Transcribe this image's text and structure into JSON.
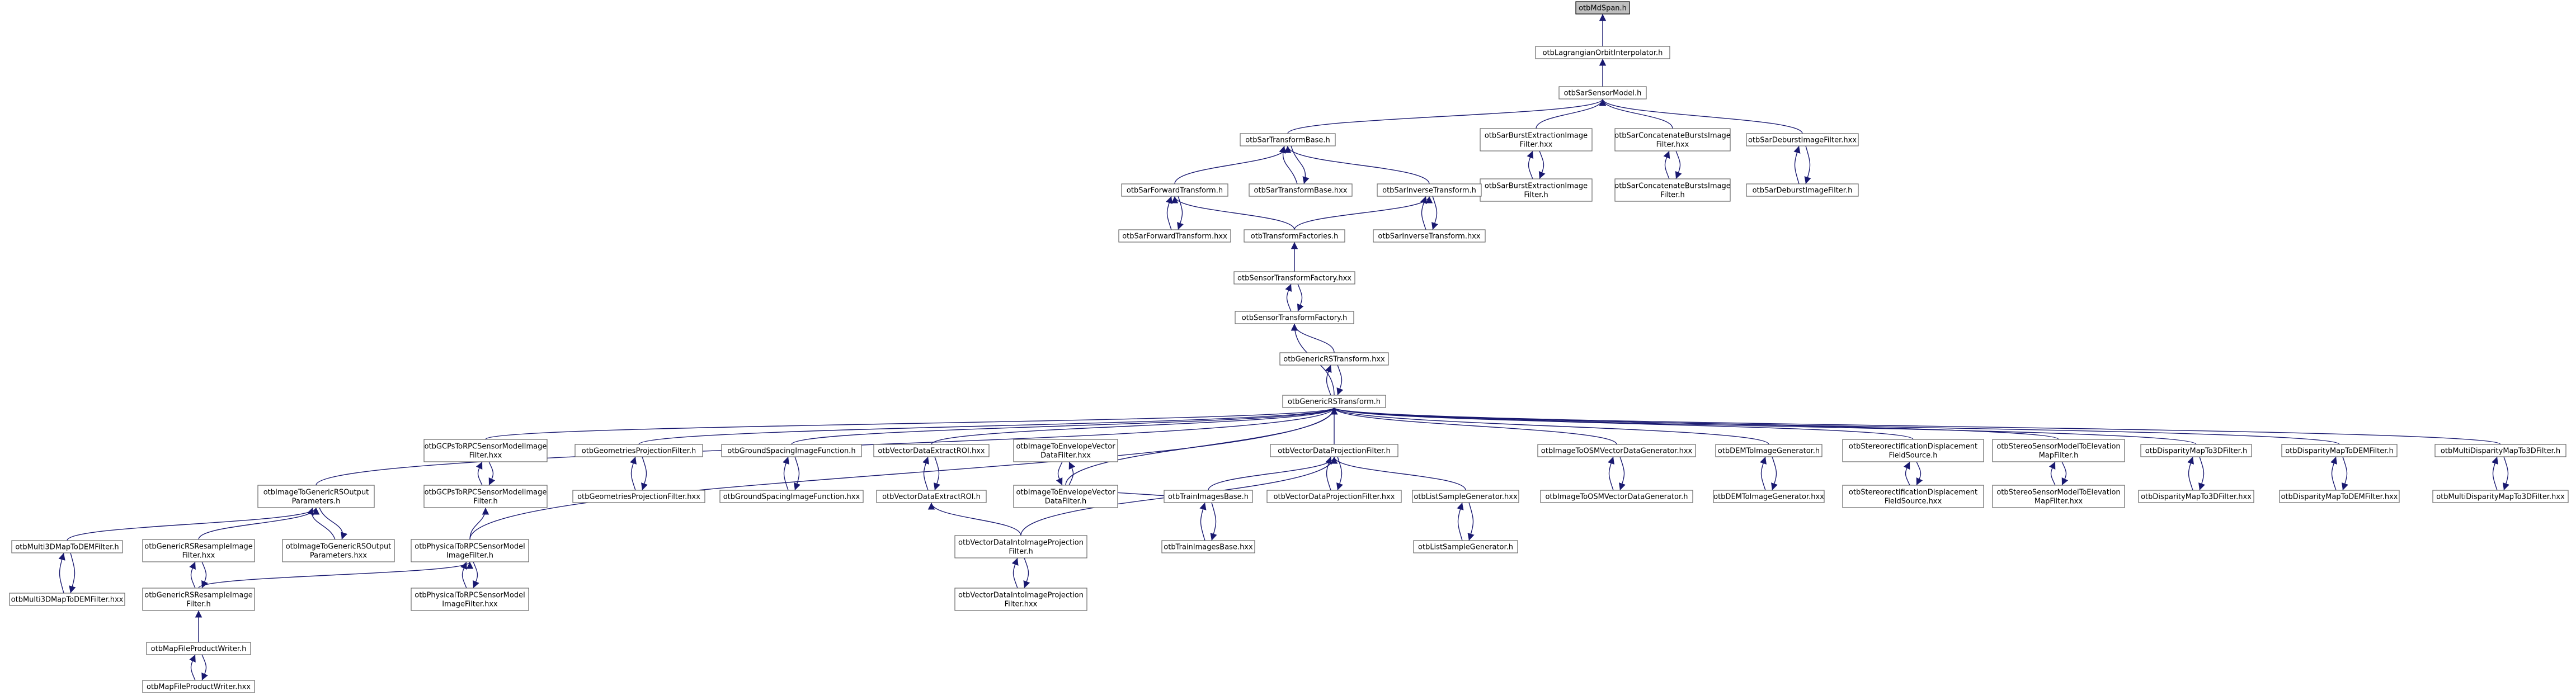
{
  "title": "otbMdSpan.h include dependency graph",
  "edge_color": "#191970",
  "root_fill": "#bfbfbf",
  "nodes": [
    {
      "id": "mdspan",
      "label": [
        "otbMdSpan.h"
      ],
      "root": true
    },
    {
      "id": "lagrange",
      "label": [
        "otbLagrangianOrbitInterpolator.h"
      ]
    },
    {
      "id": "sarmodel",
      "label": [
        "otbSarSensorModel.h"
      ]
    },
    {
      "id": "sartb",
      "label": [
        "otbSarTransformBase.h"
      ]
    },
    {
      "id": "burstext",
      "label": [
        "otbSarBurstExtractionImage",
        "Filter.hxx"
      ]
    },
    {
      "id": "concat",
      "label": [
        "otbSarConcatenateBurstsImage",
        "Filter.hxx"
      ]
    },
    {
      "id": "deburst",
      "label": [
        "otbSarDeburstImageFilter.hxx"
      ]
    },
    {
      "id": "burstext_h",
      "label": [
        "otbSarBurstExtractionImage",
        "Filter.h"
      ]
    },
    {
      "id": "concat_h",
      "label": [
        "otbSarConcatenateBurstsImage",
        "Filter.h"
      ]
    },
    {
      "id": "deburst_h",
      "label": [
        "otbSarDeburstImageFilter.h"
      ]
    },
    {
      "id": "sarfwd",
      "label": [
        "otbSarForwardTransform.h"
      ]
    },
    {
      "id": "sartb_hxx",
      "label": [
        "otbSarTransformBase.hxx"
      ]
    },
    {
      "id": "sarinv",
      "label": [
        "otbSarInverseTransform.h"
      ]
    },
    {
      "id": "sarfwd_hxx",
      "label": [
        "otbSarForwardTransform.hxx"
      ]
    },
    {
      "id": "tfactories",
      "label": [
        "otbTransformFactories.h"
      ]
    },
    {
      "id": "sarinv_hxx",
      "label": [
        "otbSarInverseTransform.hxx"
      ]
    },
    {
      "id": "stf_hxx",
      "label": [
        "otbSensorTransformFactory.hxx"
      ]
    },
    {
      "id": "stf",
      "label": [
        "otbSensorTransformFactory.h"
      ]
    },
    {
      "id": "grs_hxx",
      "label": [
        "otbGenericRSTransform.hxx"
      ]
    },
    {
      "id": "grs",
      "label": [
        "otbGenericRSTransform.h"
      ]
    },
    {
      "id": "i2grs",
      "label": [
        "otbImageToGenericRSOutput",
        "Parameters.h"
      ]
    },
    {
      "id": "gcp_hxx",
      "label": [
        "otbGCPsToRPCSensorModelImage",
        "Filter.hxx"
      ]
    },
    {
      "id": "gcp_h",
      "label": [
        "otbGCPsToRPCSensorModelImage",
        "Filter.h"
      ]
    },
    {
      "id": "phys",
      "label": [
        "otbPhysicalToRPCSensorModel",
        "ImageFilter.h"
      ]
    },
    {
      "id": "phys_hxx",
      "label": [
        "otbPhysicalToRPCSensorModel",
        "ImageFilter.hxx"
      ]
    },
    {
      "id": "geomproj",
      "label": [
        "otbGeometriesProjectionFilter.h"
      ]
    },
    {
      "id": "geomproj_hxx",
      "label": [
        "otbGeometriesProjectionFilter.hxx"
      ]
    },
    {
      "id": "groundsp",
      "label": [
        "otbGroundSpacingImageFunction.h"
      ]
    },
    {
      "id": "groundsp_hxx",
      "label": [
        "otbGroundSpacingImageFunction.hxx"
      ]
    },
    {
      "id": "vdroi_hxx",
      "label": [
        "otbVectorDataExtractROI.hxx"
      ]
    },
    {
      "id": "vdroi",
      "label": [
        "otbVectorDataExtractROI.h"
      ]
    },
    {
      "id": "i2env_hxx",
      "label": [
        "otbImageToEnvelopeVector",
        "DataFilter.hxx"
      ]
    },
    {
      "id": "i2env",
      "label": [
        "otbImageToEnvelopeVector",
        "DataFilter.h"
      ]
    },
    {
      "id": "trainbase",
      "label": [
        "otbTrainImagesBase.h"
      ]
    },
    {
      "id": "trainbase_hxx",
      "label": [
        "otbTrainImagesBase.hxx"
      ]
    },
    {
      "id": "vdproj",
      "label": [
        "otbVectorDataProjectionFilter.h"
      ]
    },
    {
      "id": "vdproj_hxx",
      "label": [
        "otbVectorDataProjectionFilter.hxx"
      ]
    },
    {
      "id": "listsg_hxx",
      "label": [
        "otbListSampleGenerator.hxx"
      ]
    },
    {
      "id": "listsg",
      "label": [
        "otbListSampleGenerator.h"
      ]
    },
    {
      "id": "vdimg",
      "label": [
        "otbVectorDataIntoImageProjection",
        "Filter.h"
      ]
    },
    {
      "id": "vdimg_hxx",
      "label": [
        "otbVectorDataIntoImageProjection",
        "Filter.hxx"
      ]
    },
    {
      "id": "osm_hxx",
      "label": [
        "otbImageToOSMVectorDataGenerator.hxx"
      ]
    },
    {
      "id": "osm",
      "label": [
        "otbImageToOSMVectorDataGenerator.h"
      ]
    },
    {
      "id": "dem",
      "label": [
        "otbDEMToImageGenerator.h"
      ]
    },
    {
      "id": "dem_hxx",
      "label": [
        "otbDEMToImageGenerator.hxx"
      ]
    },
    {
      "id": "stereo",
      "label": [
        "otbStereorectificationDisplacement",
        "FieldSource.h"
      ]
    },
    {
      "id": "stereo_hxx",
      "label": [
        "otbStereorectificationDisplacement",
        "FieldSource.hxx"
      ]
    },
    {
      "id": "stereoelev",
      "label": [
        "otbStereoSensorModelToElevation",
        "MapFilter.h"
      ]
    },
    {
      "id": "stereoelev_hxx",
      "label": [
        "otbStereoSensorModelToElevation",
        "MapFilter.hxx"
      ]
    },
    {
      "id": "disp3d",
      "label": [
        "otbDisparityMapTo3DFilter.h"
      ]
    },
    {
      "id": "disp3d_hxx",
      "label": [
        "otbDisparityMapTo3DFilter.hxx"
      ]
    },
    {
      "id": "dispdem",
      "label": [
        "otbDisparityMapToDEMFilter.h"
      ]
    },
    {
      "id": "dispdem_hxx",
      "label": [
        "otbDisparityMapToDEMFilter.hxx"
      ]
    },
    {
      "id": "mdisp",
      "label": [
        "otbMultiDisparityMapTo3DFilter.h"
      ]
    },
    {
      "id": "mdisp_hxx",
      "label": [
        "otbMultiDisparityMapTo3DFilter.hxx"
      ]
    },
    {
      "id": "m3d",
      "label": [
        "otbMulti3DMapToDEMFilter.h"
      ]
    },
    {
      "id": "m3d_hxx",
      "label": [
        "otbMulti3DMapToDEMFilter.hxx"
      ]
    },
    {
      "id": "resample_hxx",
      "label": [
        "otbGenericRSResampleImage",
        "Filter.hxx"
      ]
    },
    {
      "id": "resample",
      "label": [
        "otbGenericRSResampleImage",
        "Filter.h"
      ]
    },
    {
      "id": "i2grs_hxx",
      "label": [
        "otbImageToGenericRSOutput",
        "Parameters.hxx"
      ]
    },
    {
      "id": "mapwriter",
      "label": [
        "otbMapFileProductWriter.h"
      ]
    },
    {
      "id": "mapwriter_hxx",
      "label": [
        "otbMapFileProductWriter.hxx"
      ]
    }
  ],
  "edges": [
    [
      "lagrange",
      "mdspan"
    ],
    [
      "sarmodel",
      "lagrange"
    ],
    [
      "sartb",
      "sarmodel"
    ],
    [
      "burstext",
      "sarmodel"
    ],
    [
      "concat",
      "sarmodel"
    ],
    [
      "deburst",
      "sarmodel"
    ],
    [
      "burstext_h",
      "burstext"
    ],
    [
      "burstext",
      "burstext_h"
    ],
    [
      "concat_h",
      "concat"
    ],
    [
      "concat",
      "concat_h"
    ],
    [
      "deburst_h",
      "deburst"
    ],
    [
      "deburst",
      "deburst_h"
    ],
    [
      "sarfwd",
      "sartb"
    ],
    [
      "sartb_hxx",
      "sartb"
    ],
    [
      "sartb",
      "sartb_hxx"
    ],
    [
      "sarinv",
      "sartb"
    ],
    [
      "sarfwd_hxx",
      "sarfwd"
    ],
    [
      "sarfwd",
      "sarfwd_hxx"
    ],
    [
      "tfactories",
      "sarfwd"
    ],
    [
      "tfactories",
      "sarinv"
    ],
    [
      "sarinv_hxx",
      "sarinv"
    ],
    [
      "sarinv",
      "sarinv_hxx"
    ],
    [
      "stf_hxx",
      "tfactories"
    ],
    [
      "stf",
      "stf_hxx"
    ],
    [
      "stf_hxx",
      "stf"
    ],
    [
      "grs_hxx",
      "stf"
    ],
    [
      "grs",
      "stf"
    ],
    [
      "grs",
      "grs_hxx"
    ],
    [
      "grs_hxx",
      "grs"
    ],
    [
      "i2grs",
      "grs"
    ],
    [
      "gcp_hxx",
      "grs"
    ],
    [
      "phys",
      "grs"
    ],
    [
      "geomproj",
      "grs"
    ],
    [
      "groundsp",
      "grs"
    ],
    [
      "vdroi_hxx",
      "grs"
    ],
    [
      "i2env",
      "grs"
    ],
    [
      "vdproj",
      "grs"
    ],
    [
      "osm_hxx",
      "grs"
    ],
    [
      "dem",
      "grs"
    ],
    [
      "stereo",
      "grs"
    ],
    [
      "stereoelev",
      "grs"
    ],
    [
      "disp3d",
      "grs"
    ],
    [
      "dispdem",
      "grs"
    ],
    [
      "mdisp",
      "grs"
    ],
    [
      "gcp_h",
      "gcp_hxx"
    ],
    [
      "gcp_hxx",
      "gcp_h"
    ],
    [
      "phys",
      "gcp_h"
    ],
    [
      "phys_hxx",
      "phys"
    ],
    [
      "phys",
      "phys_hxx"
    ],
    [
      "resample",
      "phys"
    ],
    [
      "geomproj_hxx",
      "geomproj"
    ],
    [
      "geomproj",
      "geomproj_hxx"
    ],
    [
      "groundsp_hxx",
      "groundsp"
    ],
    [
      "groundsp",
      "groundsp_hxx"
    ],
    [
      "vdroi",
      "vdroi_hxx"
    ],
    [
      "vdroi_hxx",
      "vdroi"
    ],
    [
      "vdimg",
      "vdroi"
    ],
    [
      "i2env_hxx",
      "i2env"
    ],
    [
      "i2env",
      "i2env_hxx"
    ],
    [
      "trainbase",
      "i2env"
    ],
    [
      "trainbase_hxx",
      "trainbase"
    ],
    [
      "trainbase",
      "trainbase_hxx"
    ],
    [
      "vdproj_hxx",
      "vdproj"
    ],
    [
      "vdproj",
      "vdproj_hxx"
    ],
    [
      "listsg_hxx",
      "vdproj"
    ],
    [
      "vdimg",
      "vdproj"
    ],
    [
      "trainbase",
      "vdproj"
    ],
    [
      "listsg",
      "listsg_hxx"
    ],
    [
      "listsg_hxx",
      "listsg"
    ],
    [
      "vdimg_hxx",
      "vdimg"
    ],
    [
      "vdimg",
      "vdimg_hxx"
    ],
    [
      "osm",
      "osm_hxx"
    ],
    [
      "osm_hxx",
      "osm"
    ],
    [
      "dem_hxx",
      "dem"
    ],
    [
      "dem",
      "dem_hxx"
    ],
    [
      "stereo_hxx",
      "stereo"
    ],
    [
      "stereo",
      "stereo_hxx"
    ],
    [
      "stereoelev_hxx",
      "stereoelev"
    ],
    [
      "stereoelev",
      "stereoelev_hxx"
    ],
    [
      "disp3d_hxx",
      "disp3d"
    ],
    [
      "disp3d",
      "disp3d_hxx"
    ],
    [
      "dispdem_hxx",
      "dispdem"
    ],
    [
      "dispdem",
      "dispdem_hxx"
    ],
    [
      "mdisp_hxx",
      "mdisp"
    ],
    [
      "mdisp",
      "mdisp_hxx"
    ],
    [
      "m3d",
      "i2grs"
    ],
    [
      "resample_hxx",
      "i2grs"
    ],
    [
      "i2grs_hxx",
      "i2grs"
    ],
    [
      "i2grs",
      "i2grs_hxx"
    ],
    [
      "m3d_hxx",
      "m3d"
    ],
    [
      "m3d",
      "m3d_hxx"
    ],
    [
      "resample",
      "resample_hxx"
    ],
    [
      "resample_hxx",
      "resample"
    ],
    [
      "mapwriter",
      "resample"
    ],
    [
      "mapwriter_hxx",
      "mapwriter"
    ],
    [
      "mapwriter",
      "mapwriter_hxx"
    ]
  ]
}
